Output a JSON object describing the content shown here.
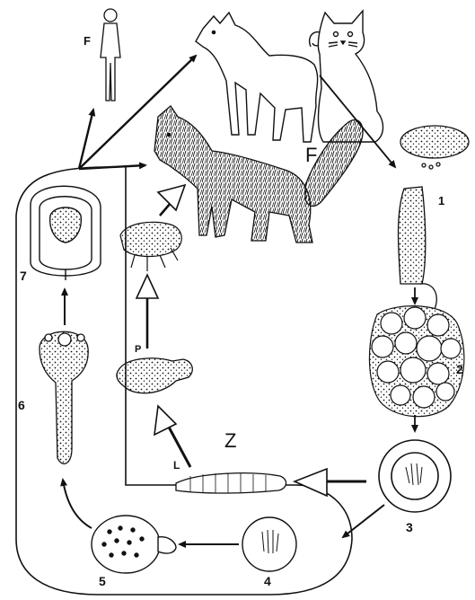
{
  "labels": {
    "human": "F",
    "fox": "F",
    "cycle_z": "Z",
    "stage_1": "1",
    "stage_2": "2",
    "stage_3": "3",
    "stage_4": "4",
    "stage_5": "5",
    "stage_6": "6",
    "stage_7": "7",
    "pupa": "P",
    "larva": "L"
  },
  "colors": {
    "ink": "#111111",
    "paper": "#ffffff"
  }
}
